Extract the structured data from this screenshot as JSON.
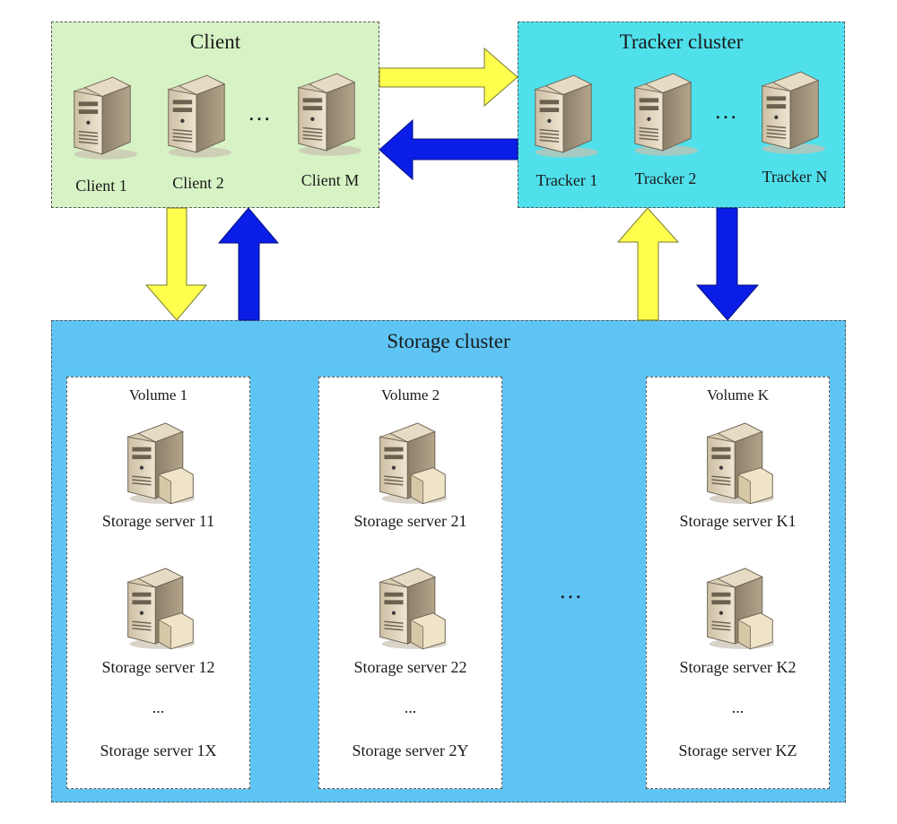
{
  "client": {
    "title": "Client",
    "servers": [
      "Client 1",
      "Client 2",
      "Client M"
    ],
    "ellipsis": "…"
  },
  "tracker": {
    "title": "Tracker cluster",
    "servers": [
      "Tracker 1",
      "Tracker 2",
      "Tracker N"
    ],
    "ellipsis": "…"
  },
  "storage": {
    "title": "Storage cluster",
    "ellipsis": "…",
    "volumes": [
      {
        "title": "Volume 1",
        "servers": [
          "Storage server 11",
          "Storage server 12"
        ],
        "dots": "...",
        "last": "Storage server 1X"
      },
      {
        "title": "Volume 2",
        "servers": [
          "Storage server 21",
          "Storage server 22"
        ],
        "dots": "...",
        "last": "Storage server 2Y"
      },
      {
        "title": "Volume K",
        "servers": [
          "Storage server K1",
          "Storage server K2"
        ],
        "dots": "...",
        "last": "Storage server KZ"
      }
    ]
  },
  "colors": {
    "client_bg": "#d7f2c4",
    "tracker_bg": "#50e0ec",
    "storage_bg": "#5ec4f4",
    "volume_bg": "#ffffff",
    "arrow_yellow": "#ffff4d",
    "arrow_blue": "#0a1ee8"
  }
}
